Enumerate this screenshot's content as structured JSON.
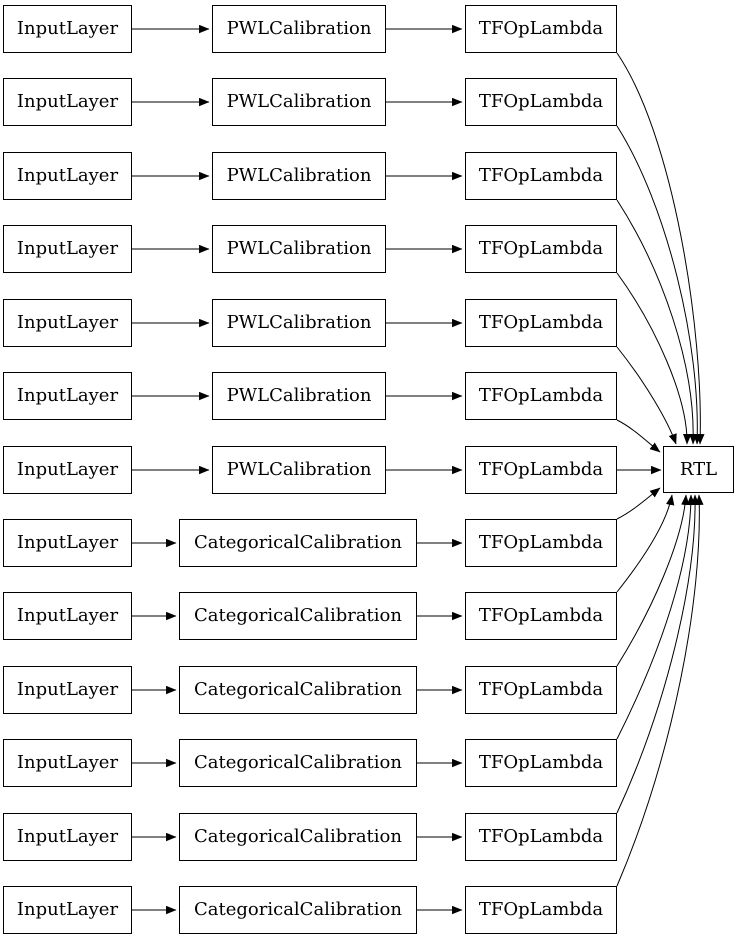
{
  "diagram": {
    "type": "model-graph",
    "colors": {
      "background": "#ffffff",
      "node_fill": "#ffffff",
      "node_border": "#000000",
      "edge_color": "#000000",
      "text_color": "#000000"
    },
    "rows": [
      {
        "input": "InputLayer",
        "calibration": "PWLCalibration",
        "output": "TFOpLambda"
      },
      {
        "input": "InputLayer",
        "calibration": "PWLCalibration",
        "output": "TFOpLambda"
      },
      {
        "input": "InputLayer",
        "calibration": "PWLCalibration",
        "output": "TFOpLambda"
      },
      {
        "input": "InputLayer",
        "calibration": "PWLCalibration",
        "output": "TFOpLambda"
      },
      {
        "input": "InputLayer",
        "calibration": "PWLCalibration",
        "output": "TFOpLambda"
      },
      {
        "input": "InputLayer",
        "calibration": "PWLCalibration",
        "output": "TFOpLambda"
      },
      {
        "input": "InputLayer",
        "calibration": "PWLCalibration",
        "output": "TFOpLambda"
      },
      {
        "input": "InputLayer",
        "calibration": "CategoricalCalibration",
        "output": "TFOpLambda"
      },
      {
        "input": "InputLayer",
        "calibration": "CategoricalCalibration",
        "output": "TFOpLambda"
      },
      {
        "input": "InputLayer",
        "calibration": "CategoricalCalibration",
        "output": "TFOpLambda"
      },
      {
        "input": "InputLayer",
        "calibration": "CategoricalCalibration",
        "output": "TFOpLambda"
      },
      {
        "input": "InputLayer",
        "calibration": "CategoricalCalibration",
        "output": "TFOpLambda"
      },
      {
        "input": "InputLayer",
        "calibration": "CategoricalCalibration",
        "output": "TFOpLambda"
      }
    ],
    "sink": {
      "label": "RTL"
    }
  }
}
